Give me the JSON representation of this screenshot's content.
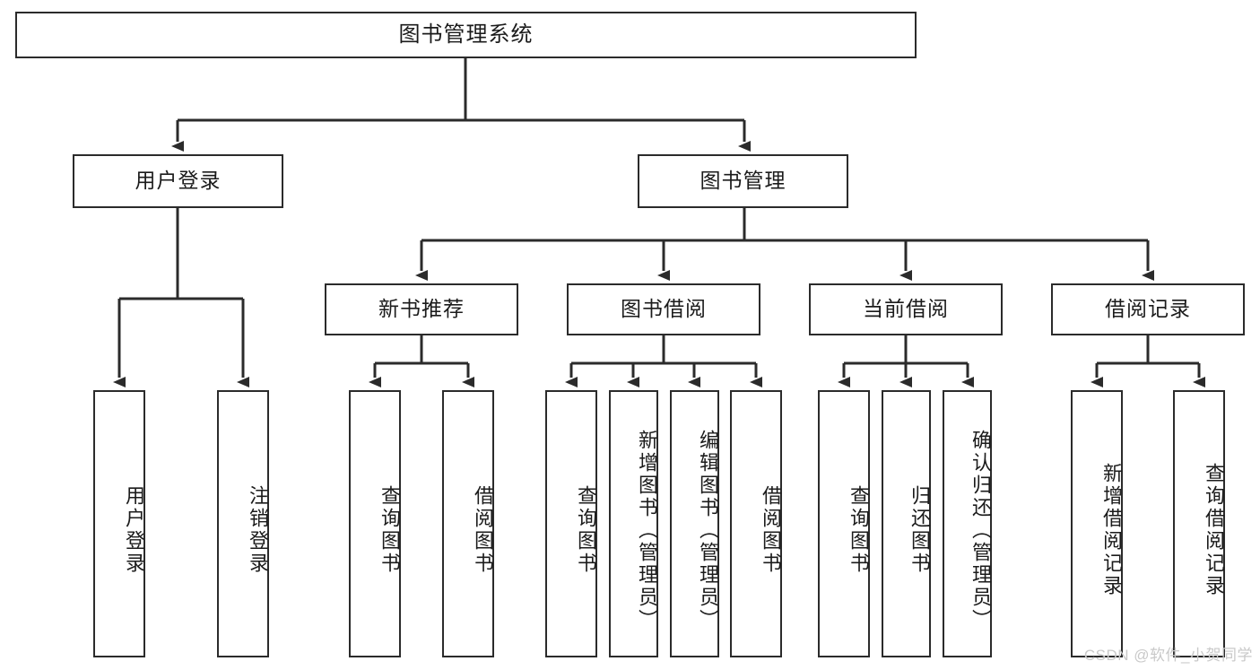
{
  "diagram": {
    "title": "图书管理系统",
    "type": "tree-hierarchy",
    "watermark": "CSDN @软件_小贺同学",
    "root": {
      "label": "图书管理系统"
    },
    "level2": [
      {
        "label": "用户登录"
      },
      {
        "label": "图书管理"
      }
    ],
    "level3": [
      {
        "label": "新书推荐"
      },
      {
        "label": "图书借阅"
      },
      {
        "label": "当前借阅"
      },
      {
        "label": "借阅记录"
      }
    ],
    "leaves": {
      "user_login": [
        {
          "label": "用户登录"
        },
        {
          "label": "注销登录"
        }
      ],
      "new_book_recommend": [
        {
          "label": "查询图书"
        },
        {
          "label": "借阅图书"
        }
      ],
      "book_borrow": [
        {
          "label": "查询图书"
        },
        {
          "label": "新增图书（管理员）"
        },
        {
          "label": "编辑图书（管理员）"
        },
        {
          "label": "借阅图书"
        }
      ],
      "current_borrow": [
        {
          "label": "查询图书"
        },
        {
          "label": "归还图书"
        },
        {
          "label": "确认归还（管理员）"
        }
      ],
      "borrow_record": [
        {
          "label": "新增借阅记录"
        },
        {
          "label": "查询借阅记录"
        }
      ]
    },
    "colors": {
      "stroke": "#2b2b2b",
      "fill": "#ffffff",
      "text": "#1b1b1b",
      "watermark": "#c9c9c9"
    }
  }
}
